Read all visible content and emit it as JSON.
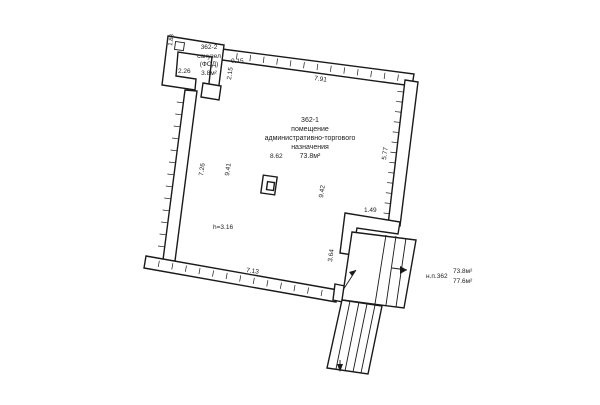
{
  "rooms": {
    "wc": {
      "number": "362-2",
      "name_line1": "санузел",
      "name_line2": "(ФОД)",
      "area": "3.8м²"
    },
    "main": {
      "number": "362-1",
      "name_line1": "помещение",
      "name_line2": "административно-торгового",
      "name_line3": "назначения",
      "area": "73.8м²"
    }
  },
  "dimensions": {
    "wc_height": "1.88",
    "wc_width": "2.26",
    "wc_wall": "0.15",
    "wc_side": "2.15",
    "top": "7.91",
    "left": "7.26",
    "inner_left": "9.41",
    "center": "8.62",
    "diagonal": "9.42",
    "right": "5.77",
    "notch": "1.49",
    "bottom": "7.13",
    "door_side": "3.64",
    "height_label": "h=3.16"
  },
  "summary": {
    "label": "н.п.362",
    "area_main": "73.8м²",
    "area_total": "77.6м²"
  }
}
